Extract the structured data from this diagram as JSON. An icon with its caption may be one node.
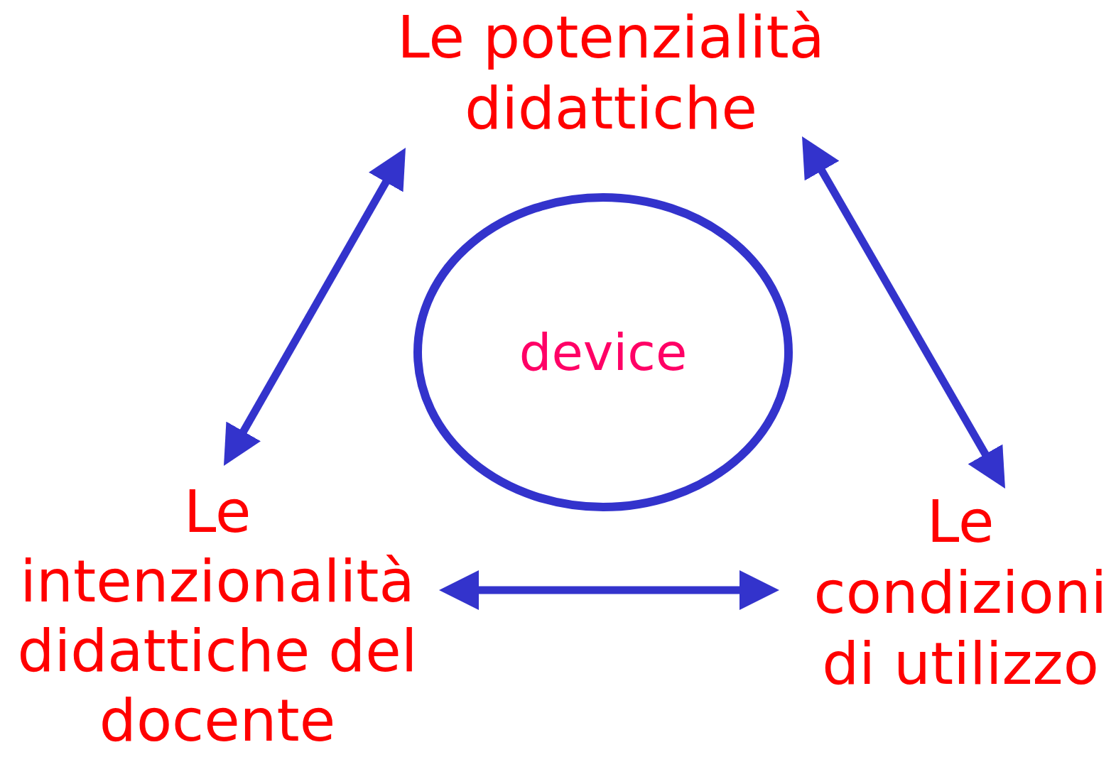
{
  "diagram": {
    "nodes": [
      {
        "text": [
          "Le potenzialità didattiche"
        ]
      },
      {
        "text": [
          "device"
        ]
      },
      {
        "text": [
          "Le intenzionalità didattiche del docente"
        ]
      },
      {
        "text": [
          "Le condizioni di utilizzo"
        ]
      }
    ],
    "edges": [
      {
        "from": 0,
        "to": 2,
        "arrow": "both"
      },
      {
        "from": 0,
        "to": 3,
        "arrow": "both"
      },
      {
        "from": 2,
        "to": 3,
        "arrow": "both"
      }
    ]
  }
}
